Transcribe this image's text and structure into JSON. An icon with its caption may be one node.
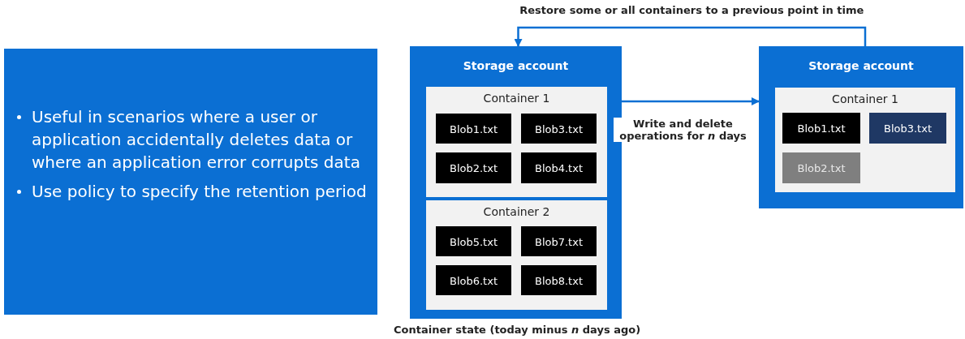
{
  "diagram": {
    "nodes": [
      {
        "text": [
          "Useful in scenarios where a user or application accidentally deletes data or where an application error corrupts data",
          "Use policy to specify the retention period"
        ]
      },
      {
        "text": [
          "Storage account"
        ],
        "beside": [
          "Container state (today minus *n* days ago)"
        ]
      },
      {
        "text": [
          "Container 1"
        ],
        "in": 1
      },
      {
        "text": [
          "Blob1.txt"
        ],
        "in": 2
      },
      {
        "text": [
          "Blob3.txt"
        ],
        "in": 2
      },
      {
        "text": [
          "Blob2.txt"
        ],
        "in": 2
      },
      {
        "text": [
          "Blob4.txt"
        ],
        "in": 2
      },
      {
        "text": [
          "Container 2"
        ],
        "in": 1
      },
      {
        "text": [
          "Blob5.txt"
        ],
        "in": 7
      },
      {
        "text": [
          "Blob7.txt"
        ],
        "in": 7
      },
      {
        "text": [
          "Blob6.txt"
        ],
        "in": 7
      },
      {
        "text": [
          "Blob8.txt"
        ],
        "in": 7
      },
      {
        "text": [
          "Storage account"
        ]
      },
      {
        "text": [
          "Container 1"
        ],
        "in": 12
      },
      {
        "text": [
          "Blob1.txt"
        ],
        "in": 13
      },
      {
        "text": [
          "Blob3.txt"
        ],
        "in": 13
      },
      {
        "text": [
          "Blob2.txt"
        ],
        "in": 13
      }
    ],
    "edges": [
      {
        "from": 12,
        "to": 1,
        "arrow": "to",
        "label": "Restore some or all containers to a previous point in time"
      },
      {
        "from": 2,
        "to": 12,
        "arrow": "to",
        "label": "Write and delete operations for *n* days"
      }
    ]
  }
}
